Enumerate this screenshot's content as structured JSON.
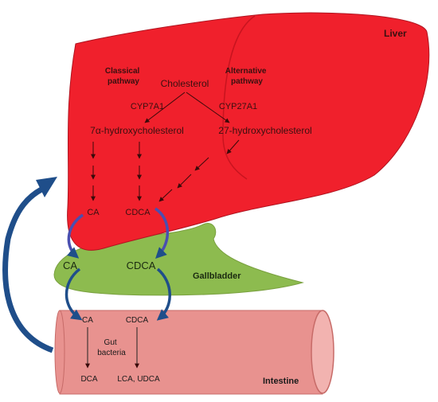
{
  "organs": {
    "liver": "Liver",
    "gallbladder": "Gallbladder",
    "intestine": "Intestine"
  },
  "pathways": {
    "classical_line1": "Classical",
    "classical_line2": "pathway",
    "alternative_line1": "Alternative",
    "alternative_line2": "pathway"
  },
  "liver": {
    "cholesterol": "Cholesterol",
    "cyp7a1": "CYP7A1",
    "cyp27a1": "CYP27A1",
    "hydroxy7": "7α-hydroxycholesterol",
    "hydroxy27": "27-hydroxycholesterol",
    "ca": "CA",
    "cdca": "CDCA"
  },
  "gallbladder_acids": {
    "ca": "CA",
    "cdca": "CDCA"
  },
  "intestine_acids": {
    "ca": "CA",
    "cdca": "CDCA",
    "gut_line1": "Gut",
    "gut_line2": "bacteria",
    "dca": "DCA",
    "lca_udca": "LCA, UDCA"
  },
  "colors": {
    "liver": "#f0202c",
    "gallbladder": "#8dbb4f",
    "intestine": "#e8928f",
    "recirculation_arrow": "#1f4e8a"
  }
}
